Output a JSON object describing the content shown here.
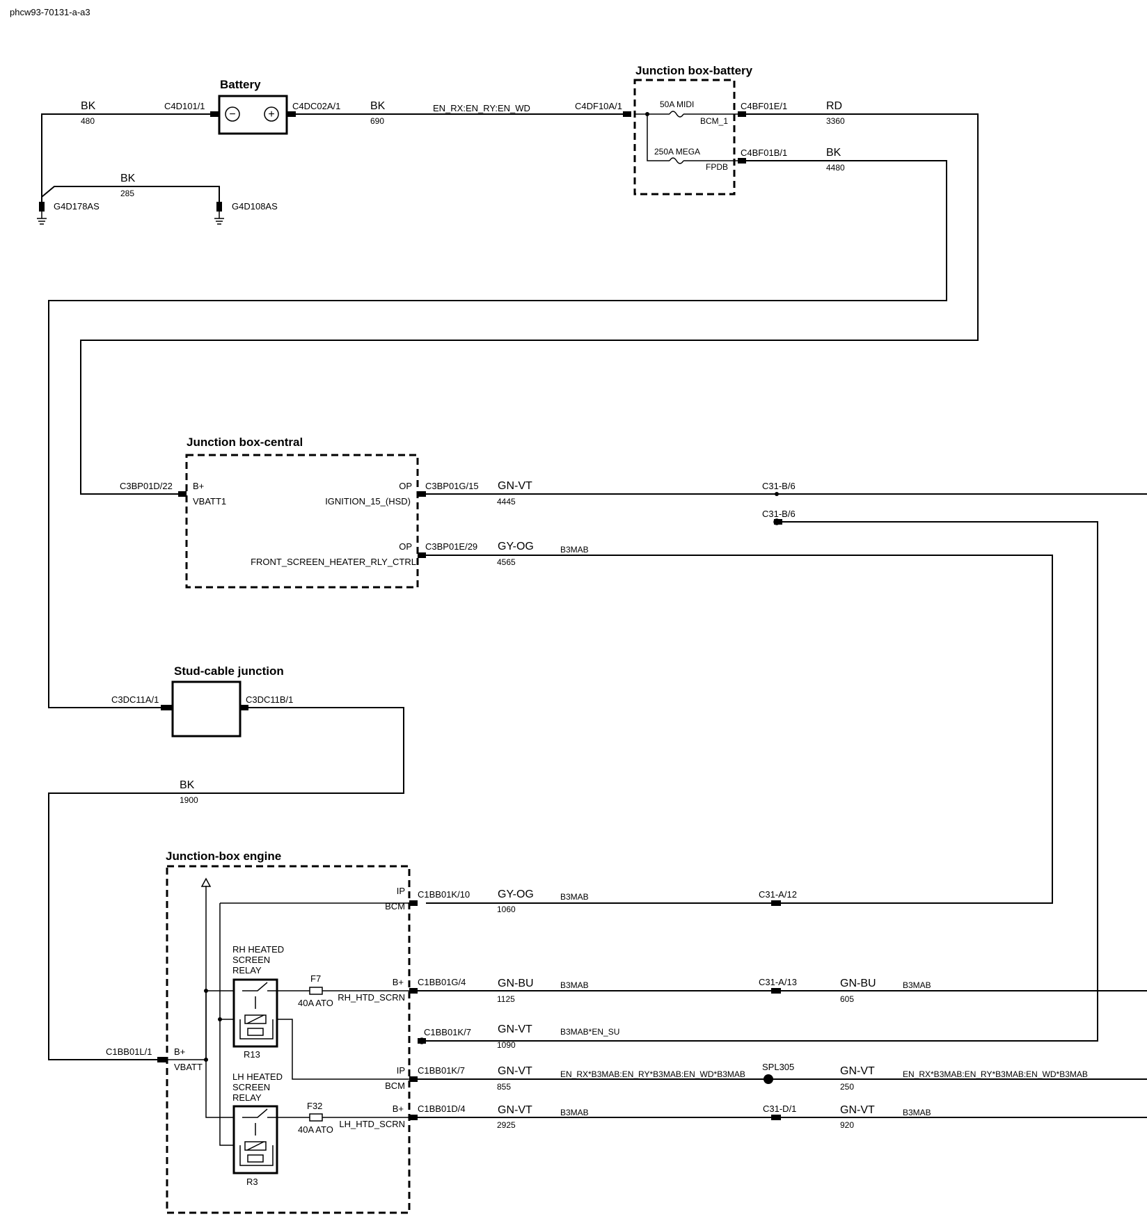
{
  "diagram_id": "phcw93-70131-a-a3",
  "titles": {
    "battery": "Battery",
    "jb_battery": "Junction box-battery",
    "jb_central": "Junction box-central",
    "stud": "Stud-cable junction",
    "jb_engine": "Junction-box engine"
  },
  "top": {
    "c4d101": "C4D101/1",
    "c4dc02a": "C4DC02A/1",
    "bk1": "BK",
    "n480": "480",
    "bk2": "BK",
    "n690": "690",
    "en_rx": "EN_RX:EN_RY:EN_WD",
    "c4df10a": "C4DF10A/1",
    "midi": "50A MIDI",
    "bcm1": "BCM_1",
    "mega": "250A MEGA",
    "fpdb": "FPDB",
    "c4bf01e": "C4BF01E/1",
    "rd": "RD",
    "n3360": "3360",
    "c4bf01b": "C4BF01B/1",
    "bk3": "BK",
    "n4480": "4480",
    "bk4": "BK",
    "n285": "285",
    "g4d178": "G4D178AS",
    "g4d108": "G4D108AS",
    "minus": "−",
    "plus": "+"
  },
  "central": {
    "c3bp01d": "C3BP01D/22",
    "bplus": "B+",
    "vbatt1": "VBATT1",
    "op1": "OP",
    "ign": "IGNITION_15_(HSD)",
    "c3bp01g": "C3BP01G/15",
    "gnvt1": "GN-VT",
    "n4445": "4445",
    "c31b6a": "C31-B/6",
    "c31b6b": "C31-B/6",
    "op2": "OP",
    "fshr": "FRONT_SCREEN_HEATER_RLY_CTRL",
    "c3bp01e": "C3BP01E/29",
    "gyog1": "GY-OG",
    "b3mab1": "B3MAB",
    "n4565": "4565"
  },
  "stud": {
    "c3dc11a": "C3DC11A/1",
    "c3dc11b": "C3DC11B/1",
    "bk": "BK",
    "n1900": "1900"
  },
  "engine": {
    "ip1": "IP",
    "bcm1": "BCM",
    "c1bb01k10": "C1BB01K/10",
    "gyog": "GY-OG",
    "b3mab1": "B3MAB",
    "n1060": "1060",
    "c31a12": "C31-A/12",
    "rh": [
      "RH HEATED",
      "SCREEN",
      "RELAY"
    ],
    "f7": "F7",
    "ato1": "40A ATO",
    "bp1": "B+",
    "rh_htd": "RH_HTD_SCRN",
    "c1bb01g4": "C1BB01G/4",
    "gnbu1": "GN-BU",
    "b3mab2": "B3MAB",
    "n1125": "1125",
    "c31a13": "C31-A/13",
    "gnbu2": "GN-BU",
    "n605": "605",
    "b3mab3": "B3MAB",
    "r13": "R13",
    "c1bb01k7a": "C1BB01K/7",
    "gnvt1": "GN-VT",
    "b3mab_en_su": "B3MAB*EN_SU",
    "n1090": "1090",
    "c1bb01l1": "C1BB01L/1",
    "bp2": "B+",
    "vbatt": "VBATT",
    "lh": [
      "LH HEATED",
      "SCREEN",
      "RELAY"
    ],
    "ip2": "IP",
    "bcm2": "BCM",
    "c1bb01k7b": "C1BB01K/7",
    "gnvt2": "GN-VT",
    "en_long1": "EN_RX*B3MAB:EN_RY*B3MAB:EN_WD*B3MAB",
    "n855": "855",
    "spl305": "SPL305",
    "gnvt3": "GN-VT",
    "n250": "250",
    "en_long2": "EN_RX*B3MAB:EN_RY*B3MAB:EN_WD*B3MAB",
    "f32": "F32",
    "ato2": "40A ATO",
    "bp3": "B+",
    "lh_htd": "LH_HTD_SCRN",
    "c1bb01d4": "C1BB01D/4",
    "gnvt4": "GN-VT",
    "b3mab4": "B3MAB",
    "n2925": "2925",
    "c31d1": "C31-D/1",
    "gnvt5": "GN-VT",
    "n920": "920",
    "b3mab5": "B3MAB",
    "r3": "R3"
  }
}
